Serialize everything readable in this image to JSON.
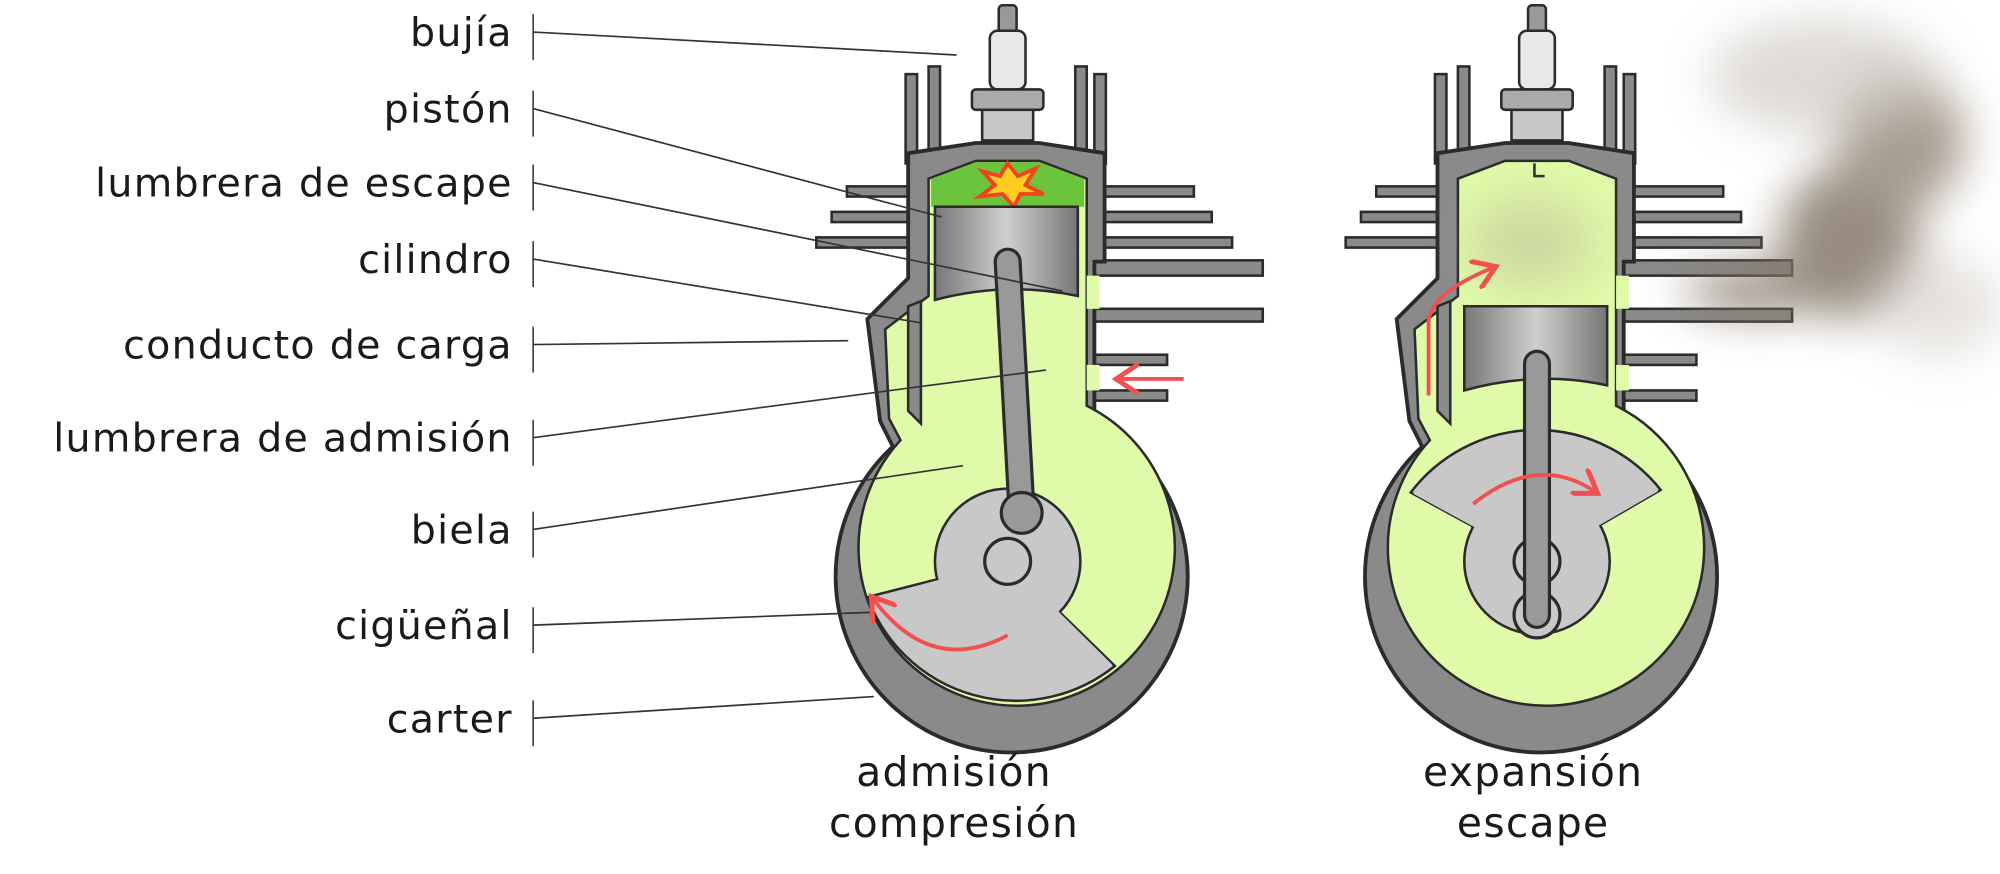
{
  "labels": [
    "bujía",
    "pistón",
    "lumbrera de escape",
    "cilindro",
    "conducto de carga",
    "lumbrera de admisión",
    "biela",
    "cigüeñal",
    "carter"
  ],
  "strokes": [
    {
      "line1": "admisión",
      "line2": "compresión"
    },
    {
      "line1": "expansión",
      "line2": "escape"
    }
  ],
  "colors": {
    "mixture": "#dffaa8",
    "metal": "#8a8a8a",
    "outline": "#2b2b2b",
    "crank": "#c8c8c8",
    "arrow": "#f05050",
    "smoke": "#857868"
  }
}
